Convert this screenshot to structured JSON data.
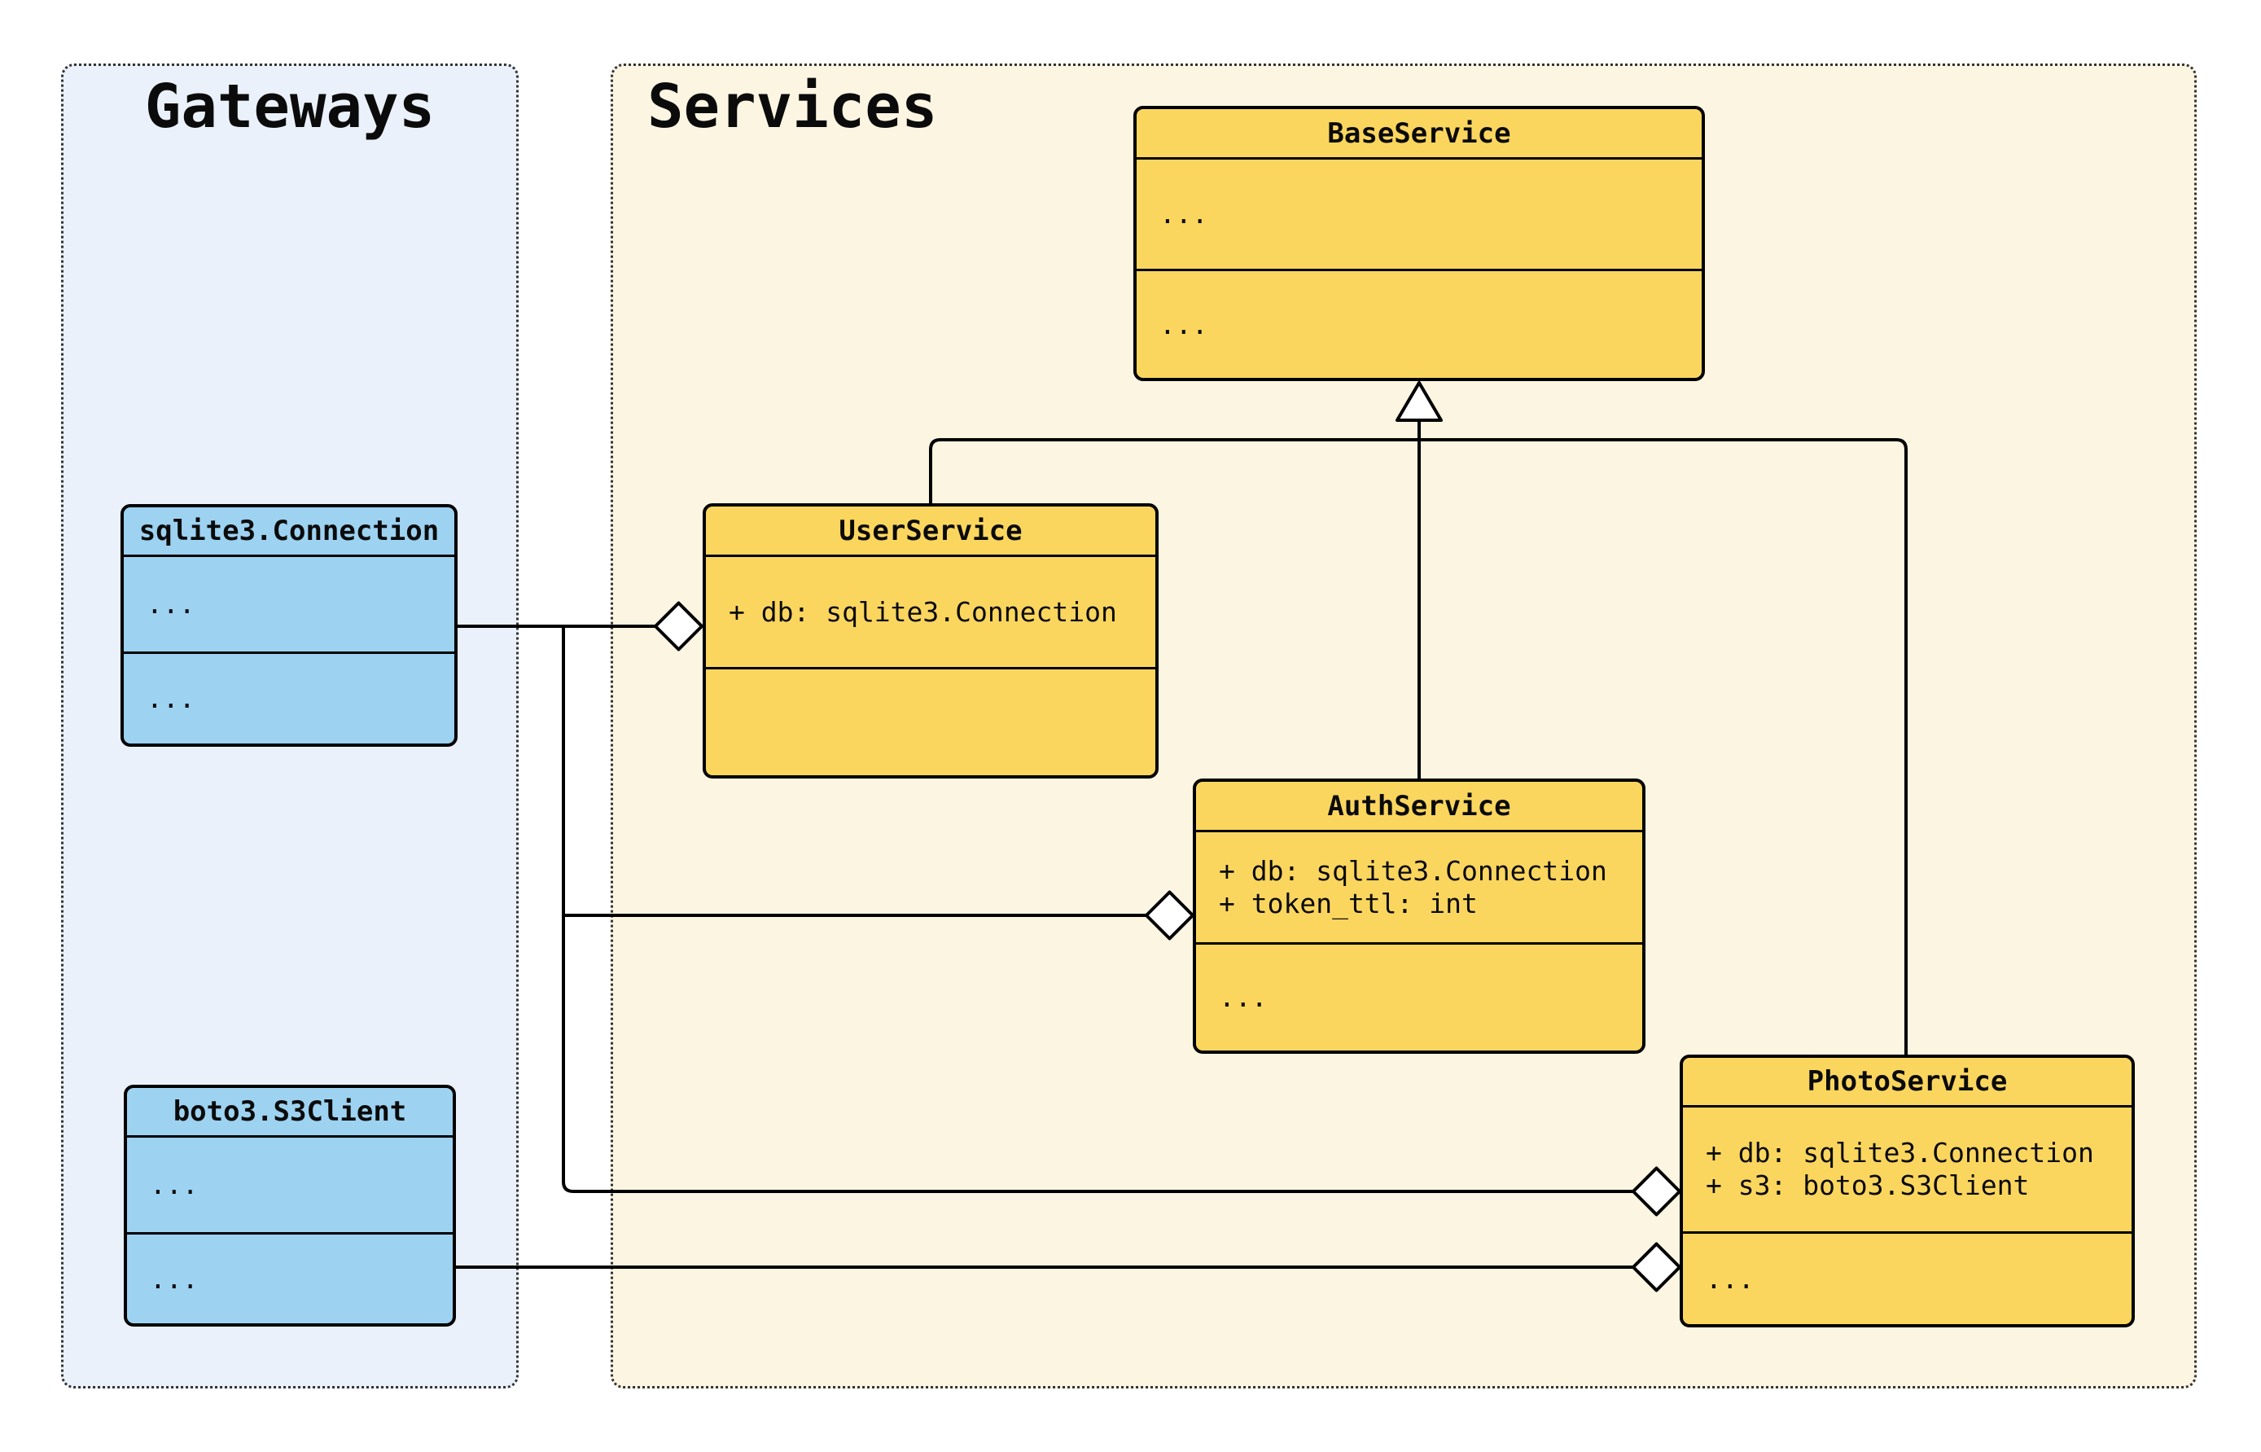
{
  "panels": {
    "gateways": {
      "title": "Gateways"
    },
    "services": {
      "title": "Services"
    }
  },
  "classes": {
    "sqlite3_connection": {
      "name": "sqlite3.Connection",
      "attributes": [
        "..."
      ],
      "methods": [
        "..."
      ]
    },
    "boto3_s3client": {
      "name": "boto3.S3Client",
      "attributes": [
        "..."
      ],
      "methods": [
        "..."
      ]
    },
    "base_service": {
      "name": "BaseService",
      "attributes": [
        "..."
      ],
      "methods": [
        "..."
      ]
    },
    "user_service": {
      "name": "UserService",
      "attributes": [
        "+ db: sqlite3.Connection"
      ],
      "methods": []
    },
    "auth_service": {
      "name": "AuthService",
      "attributes": [
        "+ db: sqlite3.Connection",
        "+ token_ttl: int"
      ],
      "methods": [
        "..."
      ]
    },
    "photo_service": {
      "name": "PhotoService",
      "attributes": [
        "+ db: sqlite3.Connection",
        "+ s3: boto3.S3Client"
      ],
      "methods": [
        "..."
      ]
    }
  },
  "relationships": [
    {
      "type": "inheritance",
      "from": "UserService",
      "to": "BaseService"
    },
    {
      "type": "inheritance",
      "from": "AuthService",
      "to": "BaseService"
    },
    {
      "type": "inheritance",
      "from": "PhotoService",
      "to": "BaseService"
    },
    {
      "type": "aggregation",
      "from": "sqlite3.Connection",
      "to": "UserService"
    },
    {
      "type": "aggregation",
      "from": "sqlite3.Connection",
      "to": "AuthService"
    },
    {
      "type": "aggregation",
      "from": "sqlite3.Connection",
      "to": "PhotoService"
    },
    {
      "type": "aggregation",
      "from": "boto3.S3Client",
      "to": "PhotoService"
    }
  ],
  "colors": {
    "gateway_box": "#9DD2F1",
    "service_box": "#FBD65F",
    "gateways_panel_bg": "#EAF1FA",
    "services_panel_bg": "#FCF5E1",
    "line": "#000000",
    "panel_border": "#333333"
  }
}
